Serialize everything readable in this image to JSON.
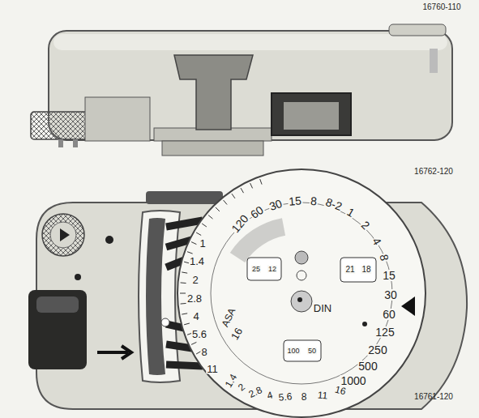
{
  "diagram": {
    "labels": [
      "16760-110",
      "16762-120",
      "16761-120",
      "1",
      "1.4",
      "2",
      "2.8",
      "4",
      "5.6",
      "8",
      "11",
      "16",
      "1.4",
      "2",
      "2.8",
      "4",
      "5.6",
      "8",
      "11",
      "16",
      "120",
      "60",
      "30",
      "15",
      "8",
      "8-2",
      "1",
      "2",
      "4",
      "8",
      "15",
      "30",
      "60",
      "125",
      "250",
      "500",
      "1000",
      "ASA",
      "DIN",
      "25",
      "12",
      "21",
      "18",
      "100",
      "50"
    ]
  }
}
